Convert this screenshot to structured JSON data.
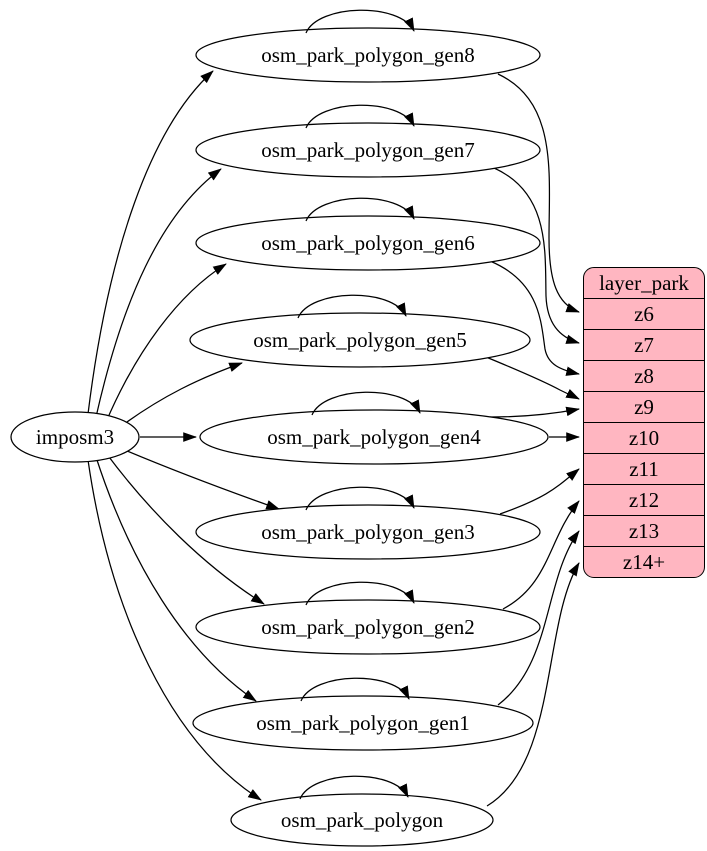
{
  "diagram": {
    "source_node": {
      "id": "imposm3",
      "label": "imposm3"
    },
    "table_nodes": [
      {
        "id": "gen8",
        "label": "osm_park_polygon_gen8"
      },
      {
        "id": "gen7",
        "label": "osm_park_polygon_gen7"
      },
      {
        "id": "gen6",
        "label": "osm_park_polygon_gen6"
      },
      {
        "id": "gen5",
        "label": "osm_park_polygon_gen5"
      },
      {
        "id": "gen4",
        "label": "osm_park_polygon_gen4"
      },
      {
        "id": "gen3",
        "label": "osm_park_polygon_gen3"
      },
      {
        "id": "gen2",
        "label": "osm_park_polygon_gen2"
      },
      {
        "id": "gen1",
        "label": "osm_park_polygon_gen1"
      },
      {
        "id": "polygon",
        "label": "osm_park_polygon"
      }
    ],
    "layer_table": {
      "title": "layer_park",
      "rows": [
        "z6",
        "z7",
        "z8",
        "z9",
        "z10",
        "z11",
        "z12",
        "z13",
        "z14+"
      ]
    },
    "edges": {
      "from_source": [
        "gen8",
        "gen7",
        "gen6",
        "gen5",
        "gen4",
        "gen3",
        "gen2",
        "gen1",
        "polygon"
      ],
      "self_loops": [
        "gen8",
        "gen7",
        "gen6",
        "gen5",
        "gen4",
        "gen3",
        "gen2",
        "gen1",
        "polygon"
      ],
      "to_layer": [
        {
          "from": "gen8",
          "to": "z6"
        },
        {
          "from": "gen7",
          "to": "z7"
        },
        {
          "from": "gen6",
          "to": "z8"
        },
        {
          "from": "gen5",
          "to": "z9"
        },
        {
          "from": "gen4",
          "to": "z9"
        },
        {
          "from": "gen4",
          "to": "z10"
        },
        {
          "from": "gen3",
          "to": "z11"
        },
        {
          "from": "gen2",
          "to": "z12"
        },
        {
          "from": "gen1",
          "to": "z13"
        },
        {
          "from": "polygon",
          "to": "z14+"
        }
      ]
    },
    "colors": {
      "table_fill": "#ffb6c1",
      "node_fill": "#ffffff",
      "stroke": "#000000",
      "background": "#ffffff"
    }
  }
}
